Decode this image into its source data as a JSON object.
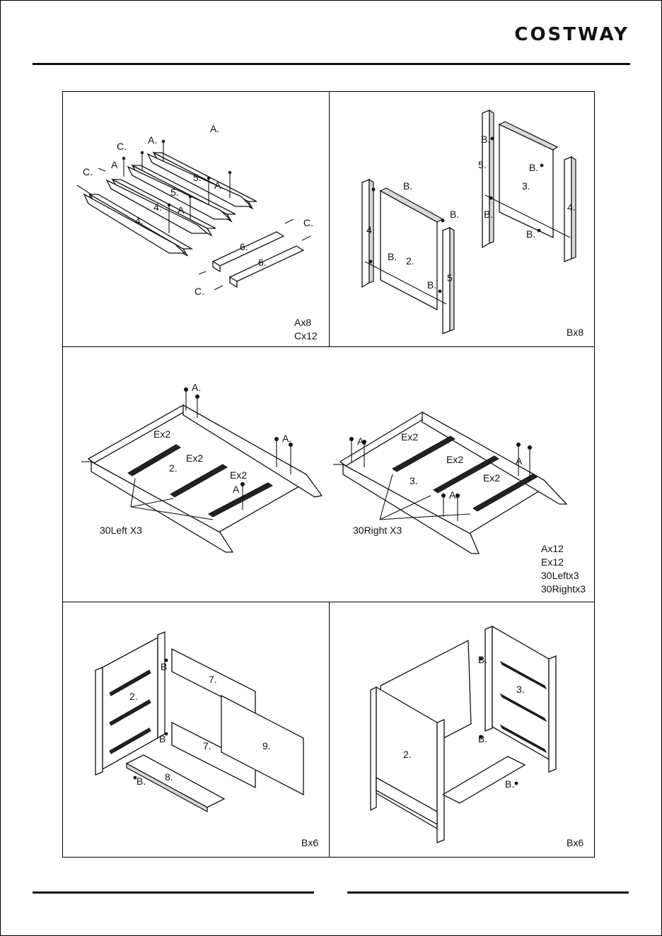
{
  "header": {
    "brand": "COSTWAY"
  },
  "steps": [
    {
      "labels": [
        "A.",
        "A.",
        "A",
        "A.",
        "A.",
        "C.",
        "C.",
        "C.",
        "C.",
        "4.",
        "4.",
        "5.",
        "5.",
        "6.",
        "6."
      ],
      "quantities": [
        "Ax8",
        "Cx12"
      ]
    },
    {
      "labels": [
        "B.",
        "B.",
        "B.",
        "B.",
        "B.",
        "B.",
        "B.",
        "B.",
        "2.",
        "3.",
        "4.",
        "4.",
        "5.",
        "5."
      ],
      "quantities": [
        "Bx8"
      ]
    },
    {
      "labels": [
        "A.",
        "A.",
        "A",
        "A.",
        "A.",
        "A",
        "Ex2",
        "Ex2",
        "Ex2",
        "Ex2",
        "Ex2",
        "Ex2",
        "2.",
        "3.",
        "30Left X3",
        "30Right X3"
      ],
      "quantities": [
        "Ax12",
        "Ex12",
        "30Leftx3",
        "30Rightx3"
      ]
    },
    {
      "labels": [
        "B",
        "B",
        "B.",
        "2.",
        "7.",
        "7.",
        "8.",
        "9."
      ],
      "quantities": [
        "Bx6"
      ]
    },
    {
      "labels": [
        "B.",
        "B.",
        "B.",
        "2.",
        "3."
      ],
      "quantities": [
        "Bx6"
      ]
    }
  ]
}
